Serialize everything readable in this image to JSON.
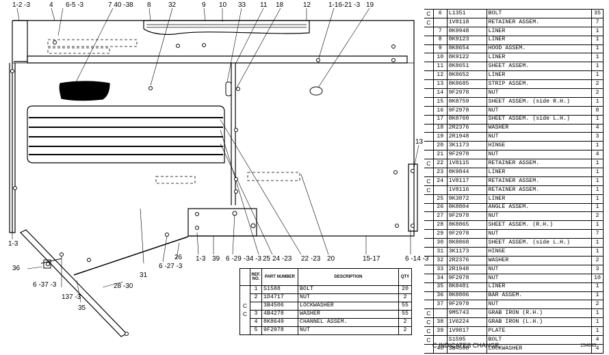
{
  "callouts": [
    {
      "id": "c1",
      "label": "1-2 -3"
    },
    {
      "id": "c2",
      "label": "4"
    },
    {
      "id": "c3",
      "label": "6-5 -3"
    },
    {
      "id": "c4",
      "label": "7 40 -38"
    },
    {
      "id": "c5",
      "label": "8"
    },
    {
      "id": "c6",
      "label": "32"
    },
    {
      "id": "c7",
      "label": "9"
    },
    {
      "id": "c8",
      "label": "10"
    },
    {
      "id": "c9",
      "label": "33"
    },
    {
      "id": "c10",
      "label": "11"
    },
    {
      "id": "c11",
      "label": "18"
    },
    {
      "id": "c12",
      "label": "12"
    },
    {
      "id": "c13",
      "label": "1-16-21 -3"
    },
    {
      "id": "c14",
      "label": "19"
    },
    {
      "id": "c15",
      "label": "13"
    },
    {
      "id": "c16",
      "label": "1-3"
    },
    {
      "id": "c17",
      "label": "36"
    },
    {
      "id": "c18",
      "label": "6 -37 -3"
    },
    {
      "id": "c19",
      "label": "137 -3"
    },
    {
      "id": "c20",
      "label": "35"
    },
    {
      "id": "c21",
      "label": "28 -30"
    },
    {
      "id": "c22",
      "label": "31"
    },
    {
      "id": "c23",
      "label": "6 -27 -3"
    },
    {
      "id": "c24",
      "label": "26"
    },
    {
      "id": "c25",
      "label": "1-3"
    },
    {
      "id": "c26",
      "label": "39"
    },
    {
      "id": "c27",
      "label": "6 -29"
    },
    {
      "id": "c28",
      "label": "-34 -3"
    },
    {
      "id": "c29",
      "label": "25"
    },
    {
      "id": "c30",
      "label": "24 -23"
    },
    {
      "id": "c31",
      "label": "22 -23"
    },
    {
      "id": "c32",
      "label": "20"
    },
    {
      "id": "c33",
      "label": "15-17"
    },
    {
      "id": "c34",
      "label": "6 -14 -3"
    }
  ],
  "right_list": [
    {
      "c": "C",
      "ref": "6",
      "part": "L1351",
      "desc": "BOLT",
      "qty": "35"
    },
    {
      "c": "C",
      "ref": "",
      "part": "1V8118",
      "desc": "RETAINER ASSEM.",
      "qty": "7"
    },
    {
      "c": "",
      "ref": "7",
      "part": "8K9948",
      "desc": "LINER",
      "qty": "1"
    },
    {
      "c": "",
      "ref": "8",
      "part": "8K9123",
      "desc": "LINER",
      "qty": "1"
    },
    {
      "c": "",
      "ref": "9",
      "part": "8K8654",
      "desc": "HOOD ASSEM.",
      "qty": "1"
    },
    {
      "c": "",
      "ref": "10",
      "part": "8K9122",
      "desc": "LINER",
      "qty": "1"
    },
    {
      "c": "",
      "ref": "11",
      "part": "8K8651",
      "desc": "SHEET ASSEM.",
      "qty": "1"
    },
    {
      "c": "",
      "ref": "12",
      "part": "8K8652",
      "desc": "LINER",
      "qty": "1"
    },
    {
      "c": "",
      "ref": "13",
      "part": "8K8685",
      "desc": "STRIP ASSEM.",
      "qty": "2"
    },
    {
      "c": "",
      "ref": "14",
      "part": "9F2978",
      "desc": "  NUT",
      "qty": "2"
    },
    {
      "c": "",
      "ref": "15",
      "part": "8K8759",
      "desc": "SHEET ASSEM. (side R.H.)",
      "qty": "1"
    },
    {
      "c": "",
      "ref": "16",
      "part": "9F2978",
      "desc": "  NUT",
      "qty": "8"
    },
    {
      "c": "",
      "ref": "17",
      "part": "8K8760",
      "desc": "SHEET ASSEM. (side L.H.)",
      "qty": "1"
    },
    {
      "c": "",
      "ref": "18",
      "part": "2R2376",
      "desc": "  WASHER",
      "qty": "4"
    },
    {
      "c": "",
      "ref": "19",
      "part": "2R1948",
      "desc": "  NUT",
      "qty": "3"
    },
    {
      "c": "",
      "ref": "20",
      "part": "3K1173",
      "desc": "  HINGE",
      "qty": "1"
    },
    {
      "c": "",
      "ref": "21",
      "part": "9F2978",
      "desc": "  NUT",
      "qty": "4"
    },
    {
      "c": "C",
      "ref": "22",
      "part": "1V8115",
      "desc": "RETAINER ASSEM.",
      "qty": "1"
    },
    {
      "c": "",
      "ref": "23",
      "part": "8K9844",
      "desc": "LINER",
      "qty": "1"
    },
    {
      "c": "C",
      "ref": "24",
      "part": "1V8117",
      "desc": "RETAINER ASSEM.",
      "qty": "1"
    },
    {
      "c": "C",
      "ref": "",
      "part": "1V8116",
      "desc": "RETAINER ASSEM.",
      "qty": "1"
    },
    {
      "c": "",
      "ref": "25",
      "part": "9K3872",
      "desc": "LINER",
      "qty": "1"
    },
    {
      "c": "",
      "ref": "26",
      "part": "8K8804",
      "desc": "ANGLE ASSEM.",
      "qty": "1"
    },
    {
      "c": "",
      "ref": "27",
      "part": "9F2978",
      "desc": "  NUT",
      "qty": "2"
    },
    {
      "c": "",
      "ref": "28",
      "part": "8K8865",
      "desc": "SHEET ASSEM. (R.H.)",
      "qty": "1"
    },
    {
      "c": "",
      "ref": "29",
      "part": "9F2978",
      "desc": "  NUT",
      "qty": "7"
    },
    {
      "c": "",
      "ref": "30",
      "part": "8K8868",
      "desc": "SHEET ASSEM. (side L.H.)",
      "qty": "1"
    },
    {
      "c": "",
      "ref": "31",
      "part": "3K1173",
      "desc": "  HINGE",
      "qty": "1"
    },
    {
      "c": "",
      "ref": "32",
      "part": "2R2376",
      "desc": "  WASHER",
      "qty": "2"
    },
    {
      "c": "",
      "ref": "33",
      "part": "2R1948",
      "desc": "  NUT",
      "qty": "3"
    },
    {
      "c": "",
      "ref": "34",
      "part": "9F2978",
      "desc": "  NUT",
      "qty": "10"
    },
    {
      "c": "",
      "ref": "35",
      "part": "8K8481",
      "desc": "LINER",
      "qty": "1"
    },
    {
      "c": "",
      "ref": "36",
      "part": "8K8806",
      "desc": "BAR ASSEM.",
      "qty": "1"
    },
    {
      "c": "",
      "ref": "37",
      "part": "9F2978",
      "desc": "  NUT",
      "qty": "2"
    },
    {
      "c": "C",
      "ref": "",
      "part": "9M5743",
      "desc": "GRAB IRON (R.H.)",
      "qty": "1"
    },
    {
      "c": "C",
      "ref": "38",
      "part": "1V6224",
      "desc": "GRAB IRON (L.H.)",
      "qty": "1"
    },
    {
      "c": "C",
      "ref": "39",
      "part": "1V9817",
      "desc": "PLATE",
      "qty": "1"
    },
    {
      "c": "C",
      "ref": "",
      "part": "S1595",
      "desc": "BOLT",
      "qty": "4"
    },
    {
      "c": "",
      "ref": "40",
      "part": "3B4508",
      "desc": "LOCKWASHER",
      "qty": "4"
    }
  ],
  "bottom_list": {
    "headers": {
      "ref": "REF. NO.",
      "part": "PART NUMBER",
      "desc": "DESCRIPTION",
      "qty": "QTY"
    },
    "rows": [
      {
        "c": "",
        "ref": "1",
        "part": "S1588",
        "desc": "BOLT",
        "qty": "20"
      },
      {
        "c": "",
        "ref": "2",
        "part": "1D4717",
        "desc": "NUT",
        "qty": "2"
      },
      {
        "c": "C",
        "ref": "",
        "part": "3B4506",
        "desc": "LOCKWASHER",
        "qty": "55"
      },
      {
        "c": "C",
        "ref": "3",
        "part": "4B4278",
        "desc": "WASHER",
        "qty": "55"
      },
      {
        "c": "",
        "ref": "4",
        "part": "8K8649",
        "desc": "CHANNEL ASSEM.",
        "qty": "2"
      },
      {
        "c": "",
        "ref": "5",
        "part": "9F2978",
        "desc": "  NUT",
        "qty": "2"
      }
    ]
  },
  "footer": "C INDICATES CHANGE",
  "figure_ref": "154645"
}
